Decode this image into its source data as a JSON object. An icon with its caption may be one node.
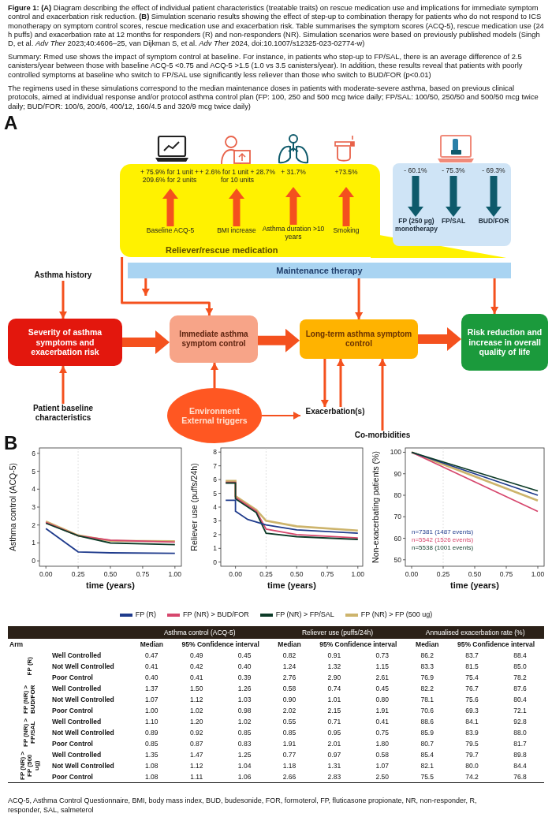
{
  "diagram": {
    "caption": "**Figure 1:** **(A)** Diagram describing the effect of individual patient characteristics (treatable traits) on rescue medication use and implications for immediate symptom control and exacerbation risk reduction. **(B)** Simulation scenario results showing the effect of step-up to combination therapy for patients who do not respond to ICS monotherapy on symptom control scores, rescue medication use and exacerbation risk. Table summarises the symptom scores (ACQ-5), rescue medication use (24 h puffs) and exacerbation rate at 12 months for responders (R) and non-responders (NR). Simulation scenarios were based on previously published models (Singh D, et al. *Adv Ther* 2023;40:4606–25, van Dijkman S, et al. *Adv Ther* 2024, doi:10.1007/s12325-023-02774-w)",
    "nodes": [
      {
        "text": [
          "Reliever/rescue medication"
        ]
      },
      {
        "text": [
          "+ 75.9% for 1 unit + 209.6% for 2 units"
        ],
        "in": 0
      },
      {
        "text": [
          "+ 2.6% for 1 unit + 28.7% for 10 units"
        ],
        "in": 0
      },
      {
        "text": [
          "+ 31.7%"
        ],
        "in": 0
      },
      {
        "text": [
          "+73.5%"
        ],
        "in": 0
      },
      {
        "text": [
          "Baseline ACQ-5"
        ],
        "in": 0
      },
      {
        "text": [
          "BMI increase"
        ],
        "in": 0
      },
      {
        "text": [
          "Asthma duration >10 years"
        ],
        "in": 0
      },
      {
        "text": [
          "Smoking"
        ],
        "in": 0
      },
      {
        "text": [],
        "shape": "box"
      },
      {
        "text": [
          "- 60.1%"
        ],
        "in": 9
      },
      {
        "text": [
          "- 75.3%"
        ],
        "in": 9
      },
      {
        "text": [
          "- 69.3%"
        ],
        "in": 9
      },
      {
        "text": [
          "FP (250 µg) monotherapy"
        ],
        "in": 9
      },
      {
        "text": [
          "FP/SAL"
        ],
        "in": 9
      },
      {
        "text": [
          "BUD/FOR"
        ],
        "in": 9
      },
      {
        "text": [
          "Maintenance therapy"
        ]
      },
      {
        "text": [
          "Asthma history"
        ]
      },
      {
        "text": [
          "Severity of asthma symptoms and exacerbation risk"
        ]
      },
      {
        "text": [
          "Immediate asthma symptom control"
        ]
      },
      {
        "text": [
          "Long-term asthma symptom control"
        ]
      },
      {
        "text": [
          "Risk reduction and increase in overall quality of life"
        ]
      },
      {
        "text": [
          "Patient baseline characteristics"
        ]
      },
      {
        "text": [
          "Environment External triggers"
        ]
      },
      {
        "text": [
          "Exacerbation(s)"
        ]
      },
      {
        "text": [
          "Co-morbidities"
        ]
      }
    ],
    "edges": [
      {
        "from": 5,
        "to": 1,
        "arrow": "to",
        "style": "thick"
      },
      {
        "from": 6,
        "to": 2,
        "arrow": "to",
        "style": "thick"
      },
      {
        "from": 7,
        "to": 3,
        "arrow": "to",
        "style": "thick"
      },
      {
        "from": 8,
        "to": 4,
        "arrow": "to",
        "style": "thick"
      },
      {
        "from": 10,
        "to": 13,
        "arrow": "to",
        "style": "thick",
        "color": "#0e5a6b"
      },
      {
        "from": 11,
        "to": 14,
        "arrow": "to",
        "style": "thick",
        "color": "#0e5a6b"
      },
      {
        "from": 12,
        "to": 15,
        "arrow": "to",
        "style": "thick",
        "color": "#0e5a6b"
      },
      {
        "from": 17,
        "to": 18,
        "arrow": "to"
      },
      {
        "from": 22,
        "to": 18,
        "arrow": "to"
      },
      {
        "from": 18,
        "to": 19,
        "arrow": "to",
        "style": "thick"
      },
      {
        "from": 19,
        "to": 20,
        "arrow": "to",
        "style": "thick"
      },
      {
        "from": 20,
        "to": 21,
        "arrow": "to",
        "style": "thick"
      },
      {
        "from": 16,
        "to": null,
        "arrow": "to"
      },
      {
        "from": 0,
        "to": 19,
        "arrow": "to"
      },
      {
        "from": 16,
        "to": 20,
        "arrow": "to"
      },
      {
        "from": 16,
        "to": 21,
        "arrow": "to"
      },
      {
        "from": 23,
        "to": 19,
        "arrow": "to"
      },
      {
        "from": 23,
        "to": 24,
        "arrow": "to"
      },
      {
        "from": 20,
        "to": 24,
        "arrow": "to"
      },
      {
        "from": 24,
        "to": 20,
        "arrow": "to"
      },
      {
        "from": 25,
        "to": 20,
        "arrow": "to"
      }
    ],
    "labels": [
      "Summary: Rmed use shows the impact of symptom control at baseline. For instance, in patients who step-up to FP/SAL, there is an average difference of 2.5 canisters/year between those with baseline ACQ-5 <0.75 and ACQ-5 >1.5 (1.0 vs 3.5 canisters/year). In addition, these results reveal that patients with poorly controlled symptoms at baseline who switch to FP/SAL use significantly less reliever than those who switch to BUD/FOR (p<0.01)",
      "The regimens used in these simulations correspond to the median maintenance doses in patients with moderate-severe asthma, based on previous clinical protocols, aimed at individual response and/or protocol asthma control plan (FP: 100, 250 and 500 mcg twice daily; FP/SAL: 100/50, 250/50 and 500/50 mcg twice daily; BUD/FOR: 100/6, 200/6, 400/12, 160/4.5 and 320/9 mcg twice daily)",
      "A",
      "B",
      "Asthma control (ACQ-5)",
      "6",
      "5",
      "4",
      "3",
      "2",
      "1",
      "0",
      "0.00",
      "0.25",
      "0.50",
      "0.75",
      "1.00",
      "time (years)",
      "Reliever use (puffs/24h)",
      "8",
      "7",
      "6",
      "5",
      "4",
      "3",
      "2",
      "1",
      "0",
      "0.00",
      "0.25",
      "0.50",
      "0.75",
      "1.00",
      "time (years)",
      "Non-exacerbating patients (%)",
      "100",
      "90",
      "80",
      "70",
      "60",
      "50",
      "n=7381 (1487 events)",
      "n=5542 (1526 events)",
      "n=5538 (1001 events)",
      "0.00",
      "0.25",
      "0.50",
      "0.75",
      "1.00",
      "time (years)",
      "Asthma control (ACQ-5)",
      "Reliever use (puffs/24h)",
      "Annualised exacerbation rate (%)",
      "Arm",
      "Median",
      "95% Confidence interval",
      "Median",
      "95% Confidence interval",
      "Median",
      "95% Confidence interval",
      "FP (R)",
      "Well Controlled",
      "0.47",
      "0.49",
      "0.45",
      "0.82",
      "0.91",
      "0.73",
      "86.2",
      "83.7",
      "88.4",
      "Not Well Controlled",
      "0.41",
      "0.42",
      "0.40",
      "1.24",
      "1.32",
      "1.15",
      "83.3",
      "81.5",
      "85.0",
      "Poor Control",
      "0.40",
      "0.41",
      "0.39",
      "2.76",
      "2.90",
      "2.61",
      "76.9",
      "75.4",
      "78.2",
      "FP (NR) > BUD/FOR",
      "Well Controlled",
      "1.37",
      "1.50",
      "1.26",
      "0.58",
      "0.74",
      "0.45",
      "82.2",
      "76.7",
      "87.6",
      "Not Well Controlled",
      "1.07",
      "1.12",
      "1.03",
      "0.90",
      "1.01",
      "0.80",
      "78.1",
      "75.6",
      "80.4",
      "Poor Control",
      "1.00",
      "1.02",
      "0.98",
      "2.02",
      "2.15",
      "1.91",
      "70.6",
      "69.3",
      "72.1",
      "FP (NR) > FP/SAL",
      "Well Controlled",
      "1.10",
      "1.20",
      "1.02",
      "0.55",
      "0.71",
      "0.41",
      "88.6",
      "84.1",
      "92.8",
      "Not Well Controlled",
      "0.89",
      "0.92",
      "0.85",
      "0.85",
      "0.95",
      "0.75",
      "85.9",
      "83.9",
      "88.0",
      "Poor Control",
      "0.85",
      "0.87",
      "0.83",
      "1.91",
      "2.01",
      "1.80",
      "80.7",
      "79.5",
      "81.7",
      "FP (NR) > FP (500 ug)",
      "Well Controlled",
      "1.35",
      "1.47",
      "1.25",
      "0.77",
      "0.97",
      "0.58",
      "85.4",
      "79.7",
      "89.8",
      "Not Well Controlled",
      "1.08",
      "1.12",
      "1.04",
      "1.18",
      "1.31",
      "1.07",
      "82.1",
      "80.0",
      "84.4",
      "Poor Control",
      "1.08",
      "1.11",
      "1.06",
      "2.66",
      "2.83",
      "2.50",
      "75.5",
      "74.2",
      "76.8",
      "ACQ-5, Asthma Control Questionnaire, BMI, body mass index, BUD, budesonide, FOR, formoterol, FP, fluticasone propionate, NR, non-responder, R, responder, SAL, salmeterol"
    ],
    "legend": [
      {
        "text": "FP (R)"
      },
      {
        "text": "FP (NR) > BUD/FOR"
      },
      {
        "text": "FP (NR) > FP/SAL"
      },
      {
        "text": "FP (NR) > FP (500 ug)"
      }
    ]
  }
}
